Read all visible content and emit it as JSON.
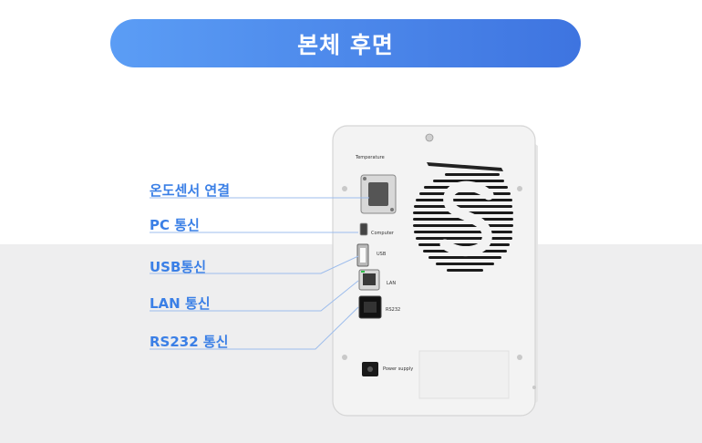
{
  "title": "본체 후면",
  "labels": {
    "temperature_sensor": "온도센서 연결",
    "pc_comm": "PC 통신",
    "usb_comm": "USB통신",
    "lan_comm": "LAN 통신",
    "rs232_comm": "RS232 통신"
  },
  "device_text": {
    "temperature": "Temperature",
    "computer": "Computer",
    "usb": "USB",
    "lan": "LAN",
    "rs232": "RS232",
    "power_supply": "Power supply"
  },
  "colors": {
    "accent": "#3a7fe6",
    "title_gradient_start": "#5b9df5",
    "title_gradient_end": "#3e74e0",
    "leader_line": "#9cbcec",
    "device_body": "#f4f4f4"
  }
}
